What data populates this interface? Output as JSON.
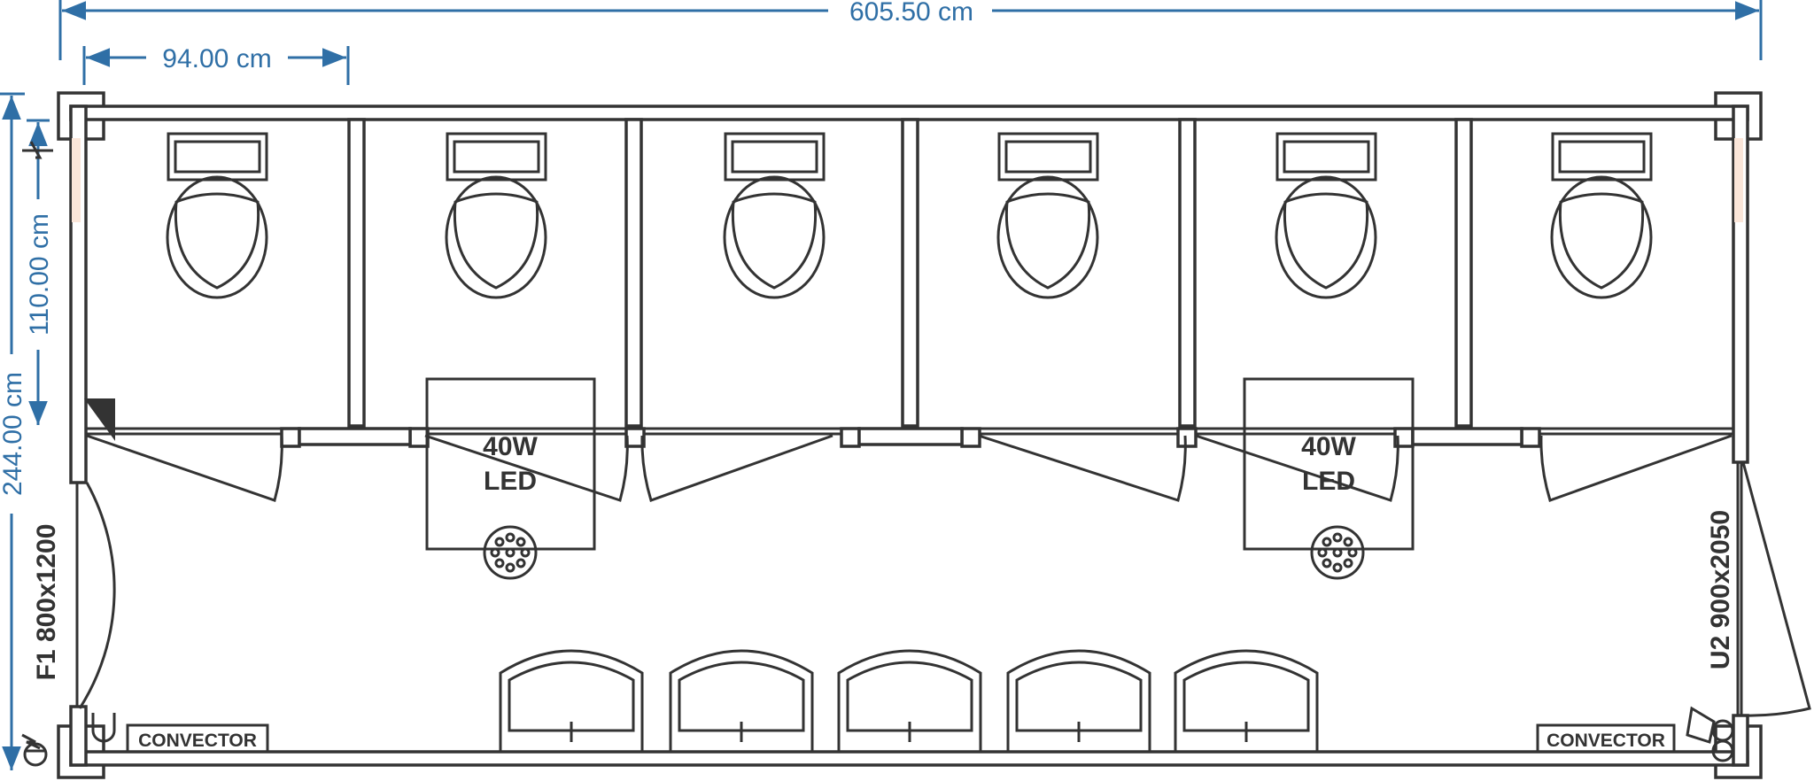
{
  "dimensions": {
    "total_length": "605.50 cm",
    "stall_width": "94.00 cm",
    "total_width": "244.00 cm",
    "stall_depth": "110.00 cm"
  },
  "labels": {
    "window": "F1 800x1200",
    "door": "U2 900x2050",
    "light_left_line1": "40W",
    "light_left_line2": "LED",
    "light_right_line1": "40W",
    "light_right_line2": "LED",
    "convector_left": "CONVECTOR",
    "convector_right": "CONVECTOR"
  },
  "counts": {
    "toilets": 6,
    "sinks": 5
  },
  "colors": {
    "dimension": "#2f6fa6",
    "lines": "#333333",
    "window_fill": "#fbe6d9"
  }
}
